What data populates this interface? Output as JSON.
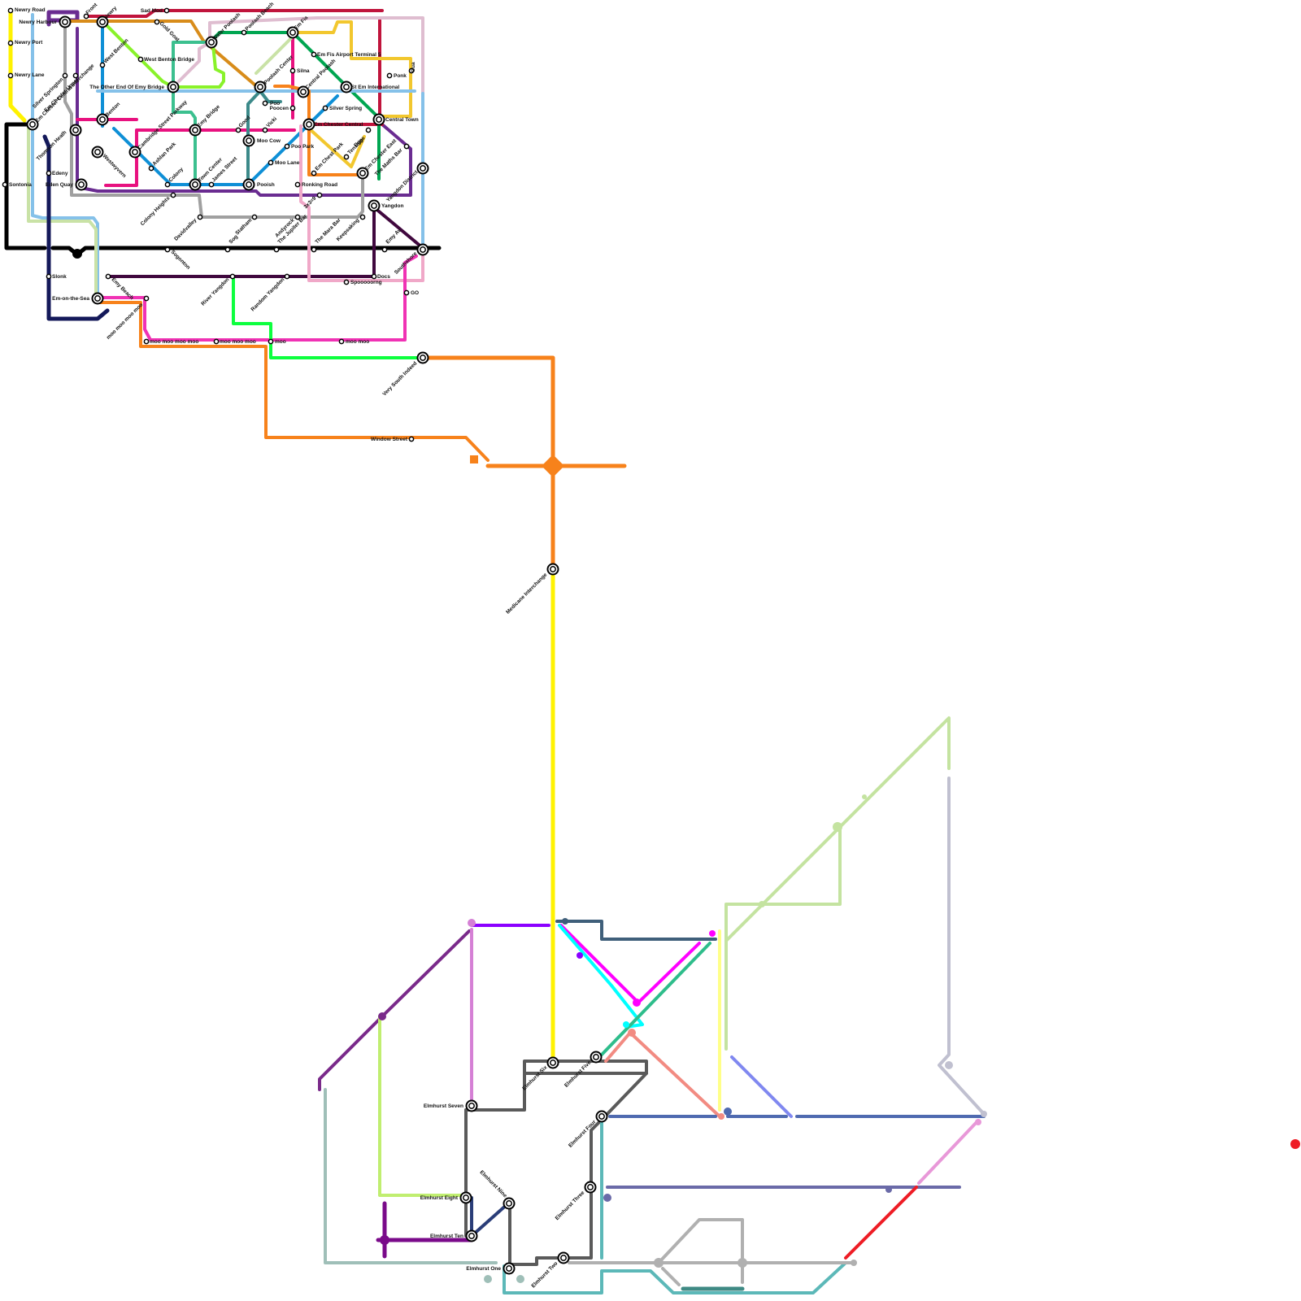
{
  "map": {
    "colors": {
      "yellow": "#fff200",
      "black": "#000000",
      "light_blue": "#85c1e9",
      "purple": "#6a2c91",
      "grey": "#a0a0a0",
      "orange": "#f7821b",
      "dark_orange": "#d88c1a",
      "crimson": "#c0143c",
      "lime": "#89f22a",
      "blue": "#0e8fd6",
      "teal": "#3cc08f",
      "green": "#00a651",
      "pink_magenta": "#e8117f",
      "mustard": "#f2c72e",
      "pale_pink": "#dfbdd0",
      "pale_green": "#c9e2a6",
      "navy": "#14195a",
      "dark_teal": "#3c8a8a",
      "plum": "#40083e",
      "bright_green": "#0dff3e",
      "pink": "#f0a8c8",
      "hot_pink": "#f032b4",
      "gold_dark": "#d4a017",
      "violet": "#8b00ff",
      "magenta": "#ff00ff",
      "cyan": "#00ffff",
      "slate": "#3f5f7a",
      "sea_green": "#2ebd8b",
      "salmon": "#f28b82",
      "dark_grey": "#5a5a5a",
      "mid_blue": "#4f6ab0",
      "periwinkle": "#8088f0",
      "lavender": "#c0c0d0",
      "light_lime": "#c4e3a0",
      "pale_yellow": "#ffff88",
      "dull_purple": "#6a6aa8",
      "orchid": "#e898d8",
      "red": "#ee1c25",
      "teal_grey": "#9fbfb8",
      "seafoam": "#5cb8b8",
      "silver": "#b0b0b0",
      "dark_green_teal": "#3f8a84",
      "grape": "#7a2a8a",
      "lilac": "#d580d5",
      "yellow_green": "#c0ee70",
      "indigo": "#2a3d78",
      "deep_purple": "#7a0a8a"
    },
    "stations": [
      {
        "name": "Newry Road"
      },
      {
        "name": "Newry Port"
      },
      {
        "name": "Newry Lane"
      },
      {
        "name": "Newry Harbour"
      },
      {
        "name": "Front"
      },
      {
        "name": "Newry"
      },
      {
        "name": "Sad Mod"
      },
      {
        "name": "Gold Goat"
      },
      {
        "name": "West Benton"
      },
      {
        "name": "West Benton Bridge"
      },
      {
        "name": "Water Poolash"
      },
      {
        "name": "Poolash Beach"
      },
      {
        "name": "Em Fis"
      },
      {
        "name": "Em Fis Airport Terminal 5"
      },
      {
        "name": "Silna"
      },
      {
        "name": "Central Poolash"
      },
      {
        "name": "Poolash Center"
      },
      {
        "name": "Poo"
      },
      {
        "name": "Poocen"
      },
      {
        "name": "St Em International"
      },
      {
        "name": "Ponk"
      },
      {
        "name": "Gua"
      },
      {
        "name": "Silver Spring"
      },
      {
        "name": "Central Town"
      },
      {
        "name": "Em Chester Central"
      },
      {
        "name": "The Other End Of Emy Bridge"
      },
      {
        "name": "Benton"
      },
      {
        "name": "Silver Springton"
      },
      {
        "name": "Em Chester Upper"
      },
      {
        "name": "Em Chester Central Interchange"
      },
      {
        "name": "Thomson Heath"
      },
      {
        "name": "Cambridge Street Parkway"
      },
      {
        "name": "Emy Bridge"
      },
      {
        "name": "Good"
      },
      {
        "name": "Vicki"
      },
      {
        "name": "Moo Cow"
      },
      {
        "name": "Poo Park"
      },
      {
        "name": "Moo Lane"
      },
      {
        "name": "Em Chest Park"
      },
      {
        "name": "Tenshio"
      },
      {
        "name": "Eggs"
      },
      {
        "name": "Em Chester East"
      },
      {
        "name": "The Maths Bar"
      },
      {
        "name": "Westwyvern"
      },
      {
        "name": "Ashlan Park"
      },
      {
        "name": "Colony"
      },
      {
        "name": "Town Center"
      },
      {
        "name": "James Street"
      },
      {
        "name": "Pooish"
      },
      {
        "name": "Ronking Road"
      },
      {
        "name": "Edeny"
      },
      {
        "name": "Eden Quay"
      },
      {
        "name": "Sontonia"
      },
      {
        "name": "Colony Heights"
      },
      {
        "name": "Davidvalley"
      },
      {
        "name": "Statham"
      },
      {
        "name": "Andyrock"
      },
      {
        "name": "3x3=9"
      },
      {
        "name": "Yangdon District"
      },
      {
        "name": "Yangdon"
      },
      {
        "name": "Keepsaking"
      },
      {
        "name": "The Mara Bar"
      },
      {
        "name": "The Jupiter Bar"
      },
      {
        "name": "Emy Av"
      },
      {
        "name": "Southshore"
      },
      {
        "name": "Sog"
      },
      {
        "name": "Sogonton"
      },
      {
        "name": "Slonk"
      },
      {
        "name": "Emy Beach"
      },
      {
        "name": "River Yangdon"
      },
      {
        "name": "Random Yangdon"
      },
      {
        "name": "Docs"
      },
      {
        "name": "Spooooorng"
      },
      {
        "name": "GO"
      },
      {
        "name": "Em-on-the-Sea"
      },
      {
        "name": "moo moo moo moo"
      },
      {
        "name": "moo moo moo moo"
      },
      {
        "name": "moo moo moo"
      },
      {
        "name": "moo"
      },
      {
        "name": "moo moo"
      },
      {
        "name": "Very South Indeed"
      },
      {
        "name": "Window Street"
      },
      {
        "name": "Medicane Interchange"
      },
      {
        "name": "Elmhurst Six"
      },
      {
        "name": "Elmhurst Five"
      },
      {
        "name": "Elmhurst Four"
      },
      {
        "name": "Elmhurst Seven"
      },
      {
        "name": "Elmhurst Eight"
      },
      {
        "name": "Elmhurst Ten"
      },
      {
        "name": "Elmhurst Nine"
      },
      {
        "name": "Elmhurst Three"
      },
      {
        "name": "Elmhurst Two"
      },
      {
        "name": "Elmhurst One"
      }
    ]
  }
}
